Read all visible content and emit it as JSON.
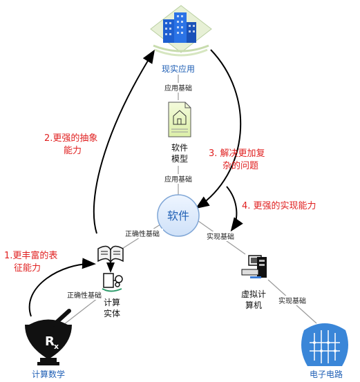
{
  "nodes": {
    "real_apps": "现实应用",
    "software_model_l1": "软件",
    "software_model_l2": "模型",
    "software": "软件",
    "computing_entity_l1": "计算",
    "computing_entity_l2": "实体",
    "virtual_computer_l1": "虚拟计",
    "virtual_computer_l2": "算机",
    "computing_math": "计算数学",
    "circuits": "电子电路"
  },
  "edges": {
    "app_basis": "应用基础",
    "app_basis_2": "应用基础",
    "correctness_basis": "正确性基础",
    "correctness_basis_2": "正确性基础",
    "impl_basis": "实现基础",
    "impl_basis_2": "实现基础"
  },
  "arrows": {
    "a1_l1": "1.更丰富的表",
    "a1_l2": "征能力",
    "a2_l1": "2.更强的抽象",
    "a2_l2": "能力",
    "a3_l1": "3. 解决更加复",
    "a3_l2": "杂的问题",
    "a4": "4. 更强的实现能力"
  },
  "colors": {
    "red_text": "#e02020",
    "blue_text": "#1f5fb5",
    "software_circle": "#dbe9fb",
    "line": "#9a9a9a"
  }
}
